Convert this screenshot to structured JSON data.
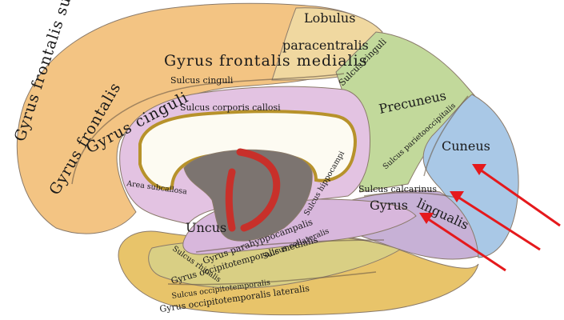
{
  "labels": {
    "gyrus_frontalis_superior": "Gyrus frontalis superior",
    "gyrus_frontalis_medialis": "Gyrus frontalis medialis",
    "gyrus_frontalis_medialis_lower": "Gyrus frontalis",
    "lobulus": "Lobulus",
    "paracentralis": "paracentralis",
    "sulcus_cinguli_top": "Sulcus cinguli",
    "sulcus_cinguli_right": "Sulcus cinguli",
    "gyrus_cinguli": "Gyrus cinguli",
    "sulcus_corporis_callosi": "Sulcus corporis callosi",
    "precuneus": "Precuneus",
    "sulcus_parietooccipitalis": "Sulcus parietooccipitalis",
    "cuneus": "Cuneus",
    "sulcus_calcarinus": "Sulcus calcarinus",
    "gyrus_lingualis_1": "Gyrus",
    "gyrus_lingualis_2": "lingualis",
    "area_subcallosa": "Area subcallosa",
    "sulcus_hippocampi": "Sulcus hippocampi",
    "uncus": "Uncus",
    "gyrus_parahyppocampalis": "Gyrus parahyppocampalis",
    "sulcus_collateralis": "Sulcus collateralis",
    "sulcus_rhinalis": "Sulcus rhinalis",
    "gyrus_occipitotemporalis_medialis": "Gyrus occipitotemporalis medialis",
    "sulcus_occipitotemporalis": "Sulcus occipitotemporalis",
    "gyrus_occipitotemporalis_lateralis": "Gyrus occipitotemporalis lateralis"
  },
  "colors": {
    "frontal": "#f3c483",
    "paracentral": "#f0d8a0",
    "cingulate": "#e3c3e2",
    "precuneus": "#c2d99b",
    "cuneus": "#a9c8e6",
    "lingual": "#c7b1d6",
    "parahippocampal": "#d8b7dc",
    "occipitotemporal": "#d9cf84",
    "temporal_lateral": "#e8c46a",
    "callosum_white": "#fdfbf2",
    "callosum_edge": "#b7922b",
    "fornix_red": "#c8302a",
    "ventricle_gray": "#7c7470",
    "arrow": "#e5191c"
  }
}
